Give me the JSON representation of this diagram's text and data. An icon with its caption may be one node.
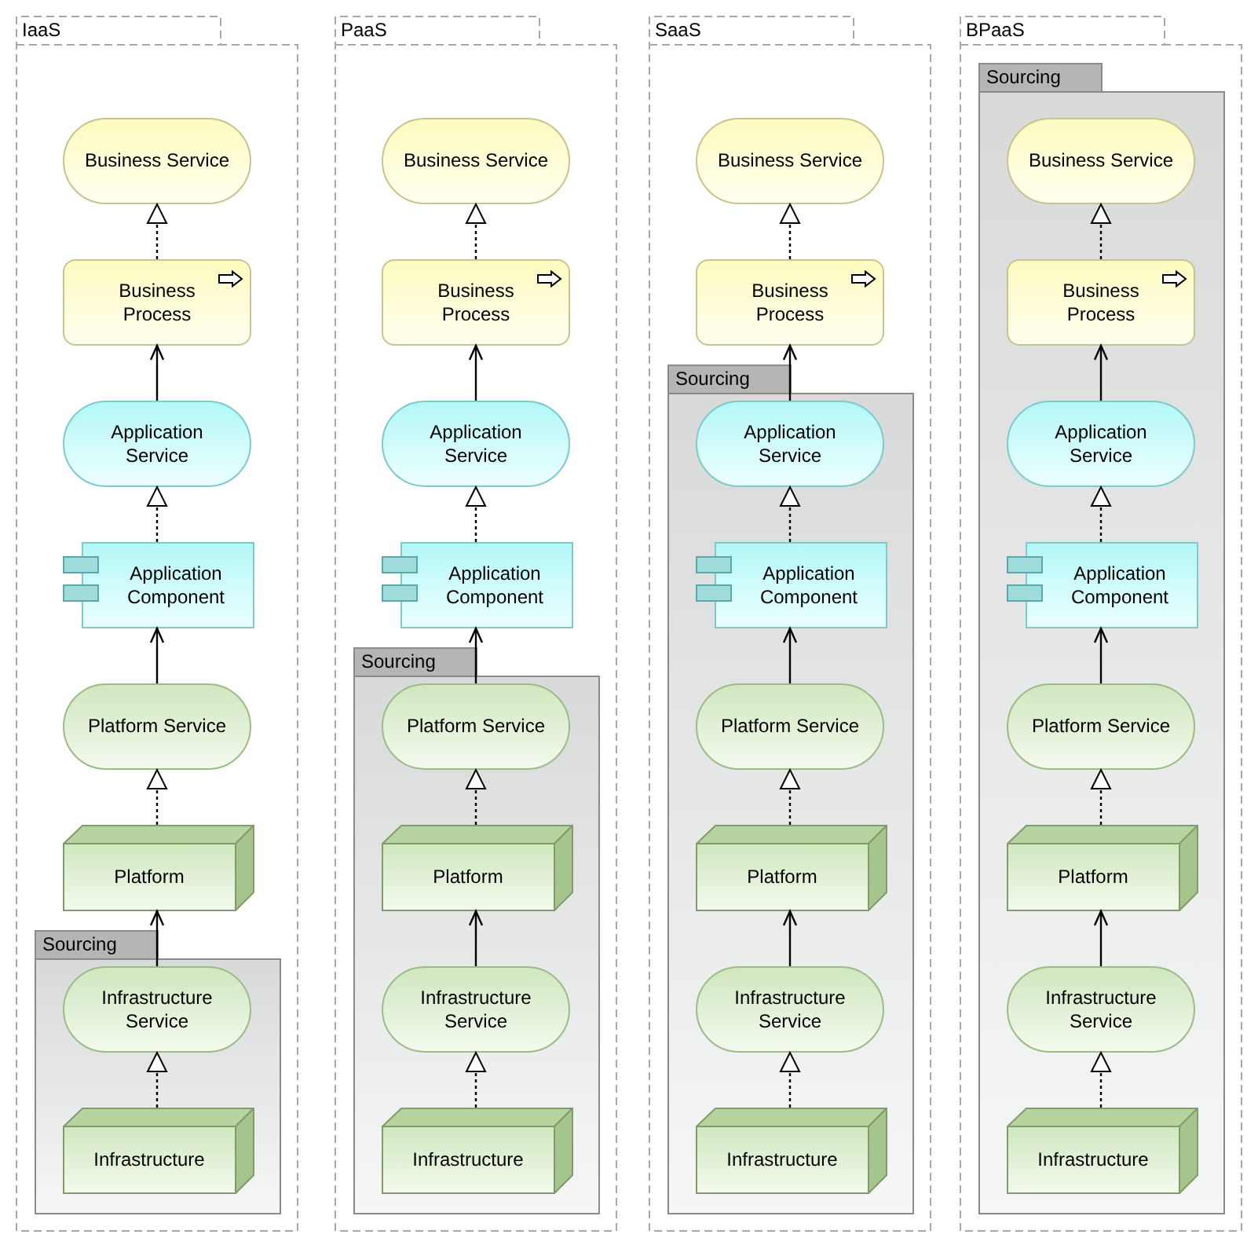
{
  "diagram": {
    "nodes": [
      {
        "text": [
          "IaaS"
        ]
      },
      {
        "text": [
          "Business Service"
        ],
        "in": 0
      },
      {
        "text": [
          "Business Process"
        ],
        "in": 0
      },
      {
        "text": [
          "Application Service"
        ],
        "in": 0
      },
      {
        "text": [
          "Application Component"
        ],
        "in": 0
      },
      {
        "text": [
          "Platform Service"
        ],
        "in": 0
      },
      {
        "text": [
          "Platform"
        ],
        "in": 0
      },
      {
        "text": [
          "Sourcing"
        ],
        "in": 0
      },
      {
        "text": [
          "Infrastructure Service"
        ],
        "in": 7
      },
      {
        "text": [
          "Infrastructure"
        ],
        "in": 7
      },
      {
        "text": [
          "PaaS"
        ]
      },
      {
        "text": [
          "Business Service"
        ],
        "in": 10
      },
      {
        "text": [
          "Business Process"
        ],
        "in": 10
      },
      {
        "text": [
          "Application Service"
        ],
        "in": 10
      },
      {
        "text": [
          "Application Component"
        ],
        "in": 10
      },
      {
        "text": [
          "Sourcing"
        ],
        "in": 10
      },
      {
        "text": [
          "Platform Service"
        ],
        "in": 15
      },
      {
        "text": [
          "Platform"
        ],
        "in": 15
      },
      {
        "text": [
          "Infrastructure Service"
        ],
        "in": 15
      },
      {
        "text": [
          "Infrastructure"
        ],
        "in": 15
      },
      {
        "text": [
          "SaaS"
        ]
      },
      {
        "text": [
          "Business Service"
        ],
        "in": 20
      },
      {
        "text": [
          "Business Process"
        ],
        "in": 20
      },
      {
        "text": [
          "Sourcing"
        ],
        "in": 20
      },
      {
        "text": [
          "Application Service"
        ],
        "in": 23
      },
      {
        "text": [
          "Application Component"
        ],
        "in": 23
      },
      {
        "text": [
          "Platform Service"
        ],
        "in": 23
      },
      {
        "text": [
          "Platform"
        ],
        "in": 23
      },
      {
        "text": [
          "Infrastructure Service"
        ],
        "in": 23
      },
      {
        "text": [
          "Infrastructure"
        ],
        "in": 23
      },
      {
        "text": [
          "BPaaS"
        ]
      },
      {
        "text": [
          "Sourcing"
        ],
        "in": 30
      },
      {
        "text": [
          "Business Service"
        ],
        "in": 31
      },
      {
        "text": [
          "Business Process"
        ],
        "in": 31
      },
      {
        "text": [
          "Application Service"
        ],
        "in": 31
      },
      {
        "text": [
          "Application Component"
        ],
        "in": 31
      },
      {
        "text": [
          "Platform Service"
        ],
        "in": 31
      },
      {
        "text": [
          "Platform"
        ],
        "in": 31
      },
      {
        "text": [
          "Infrastructure Service"
        ],
        "in": 31
      },
      {
        "text": [
          "Infrastructure"
        ],
        "in": 31
      }
    ],
    "edges": [
      {
        "from": 2,
        "to": 1,
        "arrow": "to",
        "style": "dashed"
      },
      {
        "from": 3,
        "to": 2,
        "arrow": "to"
      },
      {
        "from": 4,
        "to": 3,
        "arrow": "to",
        "style": "dashed"
      },
      {
        "from": 5,
        "to": 4,
        "arrow": "to"
      },
      {
        "from": 6,
        "to": 5,
        "arrow": "to",
        "style": "dashed"
      },
      {
        "from": 8,
        "to": 6,
        "arrow": "to"
      },
      {
        "from": 9,
        "to": 8,
        "arrow": "to",
        "style": "dashed"
      },
      {
        "from": 12,
        "to": 11,
        "arrow": "to",
        "style": "dashed"
      },
      {
        "from": 13,
        "to": 12,
        "arrow": "to"
      },
      {
        "from": 14,
        "to": 13,
        "arrow": "to",
        "style": "dashed"
      },
      {
        "from": 16,
        "to": 14,
        "arrow": "to"
      },
      {
        "from": 17,
        "to": 16,
        "arrow": "to",
        "style": "dashed"
      },
      {
        "from": 18,
        "to": 17,
        "arrow": "to"
      },
      {
        "from": 19,
        "to": 18,
        "arrow": "to",
        "style": "dashed"
      },
      {
        "from": 22,
        "to": 21,
        "arrow": "to",
        "style": "dashed"
      },
      {
        "from": 24,
        "to": 22,
        "arrow": "to"
      },
      {
        "from": 25,
        "to": 24,
        "arrow": "to",
        "style": "dashed"
      },
      {
        "from": 26,
        "to": 25,
        "arrow": "to"
      },
      {
        "from": 27,
        "to": 26,
        "arrow": "to",
        "style": "dashed"
      },
      {
        "from": 28,
        "to": 27,
        "arrow": "to"
      },
      {
        "from": 29,
        "to": 28,
        "arrow": "to",
        "style": "dashed"
      },
      {
        "from": 33,
        "to": 32,
        "arrow": "to",
        "style": "dashed"
      },
      {
        "from": 34,
        "to": 33,
        "arrow": "to"
      },
      {
        "from": 35,
        "to": 34,
        "arrow": "to",
        "style": "dashed"
      },
      {
        "from": 36,
        "to": 35,
        "arrow": "to"
      },
      {
        "from": 37,
        "to": 36,
        "arrow": "to",
        "style": "dashed"
      },
      {
        "from": 38,
        "to": 37,
        "arrow": "to"
      },
      {
        "from": 39,
        "to": 38,
        "arrow": "to",
        "style": "dashed"
      }
    ]
  }
}
